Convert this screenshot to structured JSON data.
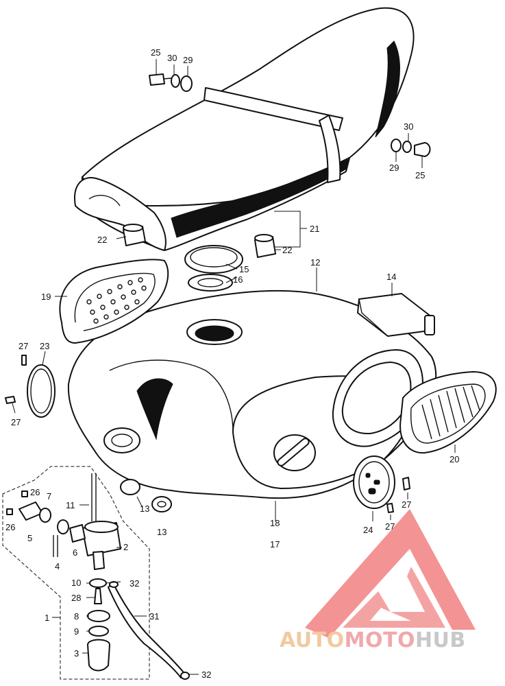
{
  "callouts": [
    {
      "id": "c25a",
      "text": "25"
    },
    {
      "id": "c30a",
      "text": "30"
    },
    {
      "id": "c29a",
      "text": "29"
    },
    {
      "id": "c30b",
      "text": "30"
    },
    {
      "id": "c29b",
      "text": "29"
    },
    {
      "id": "c25b",
      "text": "25"
    },
    {
      "id": "c21",
      "text": "21"
    },
    {
      "id": "c22a",
      "text": "22"
    },
    {
      "id": "c22b",
      "text": "22"
    },
    {
      "id": "c15",
      "text": "15"
    },
    {
      "id": "c16",
      "text": "16"
    },
    {
      "id": "c12",
      "text": "12"
    },
    {
      "id": "c14",
      "text": "14"
    },
    {
      "id": "c19",
      "text": "19"
    },
    {
      "id": "c27a",
      "text": "27"
    },
    {
      "id": "c23",
      "text": "23"
    },
    {
      "id": "c27b",
      "text": "27"
    },
    {
      "id": "c20",
      "text": "20"
    },
    {
      "id": "c26a",
      "text": "26"
    },
    {
      "id": "c7",
      "text": "7"
    },
    {
      "id": "c26b",
      "text": "26"
    },
    {
      "id": "c5",
      "text": "5"
    },
    {
      "id": "c11",
      "text": "11"
    },
    {
      "id": "c13a",
      "text": "13"
    },
    {
      "id": "c13b",
      "text": "13"
    },
    {
      "id": "c6",
      "text": "6"
    },
    {
      "id": "c2",
      "text": "2"
    },
    {
      "id": "c4",
      "text": "4"
    },
    {
      "id": "c18",
      "text": "18"
    },
    {
      "id": "c17",
      "text": "17"
    },
    {
      "id": "c24",
      "text": "24"
    },
    {
      "id": "c27c",
      "text": "27"
    },
    {
      "id": "c27d",
      "text": "27"
    },
    {
      "id": "c10",
      "text": "10"
    },
    {
      "id": "c32a",
      "text": "32"
    },
    {
      "id": "c28",
      "text": "28"
    },
    {
      "id": "c1",
      "text": "1"
    },
    {
      "id": "c8",
      "text": "8"
    },
    {
      "id": "c31",
      "text": "31"
    },
    {
      "id": "c9",
      "text": "9"
    },
    {
      "id": "c3",
      "text": "3"
    },
    {
      "id": "c32b",
      "text": "32"
    }
  ],
  "watermark": {
    "part1": "AUTO",
    "part2": "MOTO",
    "part3": "HUB",
    "colors": {
      "auto": "#f2c9a0",
      "moto": "#f0a9a9",
      "hub": "#d0d0d0",
      "logo": "#ef6f6f"
    }
  }
}
